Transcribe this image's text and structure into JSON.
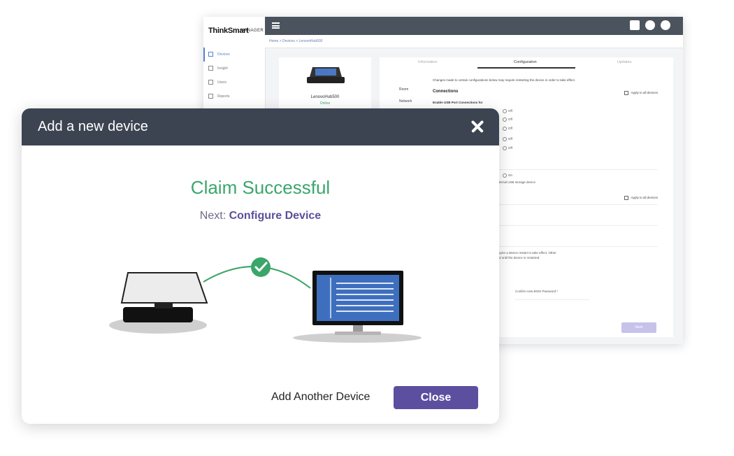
{
  "background_app": {
    "logo_bold": "ThinkSmart",
    "logo_light": "MANAGER",
    "breadcrumb": "Home  >  Devices  >  LenovoHub500",
    "sidebar": [
      {
        "label": "Devices",
        "active": true
      },
      {
        "label": "Insight",
        "active": false
      },
      {
        "label": "Users",
        "active": false
      },
      {
        "label": "Reports",
        "active": false
      }
    ],
    "device_card": {
      "name": "LenovoHub500",
      "status": "Online"
    },
    "tabs": [
      "Information",
      "Configuration",
      "Updates"
    ],
    "note": "Changes made to certain configurations below may require restarting the device in order to take effect.",
    "section_connections": "Connections",
    "apply_all": "Apply to all devices",
    "side_labels": [
      "Room",
      "Network"
    ],
    "usb_label": "Enable USB Port Connections for",
    "off_label": "Off",
    "on_label": "On",
    "storage_note": "external USB storage device",
    "restart_note": "require a device restart to take effect. Other",
    "restart_note2": "ged until the device is restarted.",
    "bios_label": "Confirm new BIOS Password *",
    "save_label": "Save"
  },
  "modal": {
    "title": "Add a new device",
    "heading": "Claim Successful",
    "next_label": "Next:",
    "next_link": "Configure Device",
    "secondary_action": "Add Another Device",
    "primary_action": "Close"
  },
  "colors": {
    "header_bg": "#3c4452",
    "success_green": "#3aa66a",
    "primary_purple": "#5d4f9f",
    "link_purple": "#5b4f9a",
    "topbar": "#4b545e"
  }
}
